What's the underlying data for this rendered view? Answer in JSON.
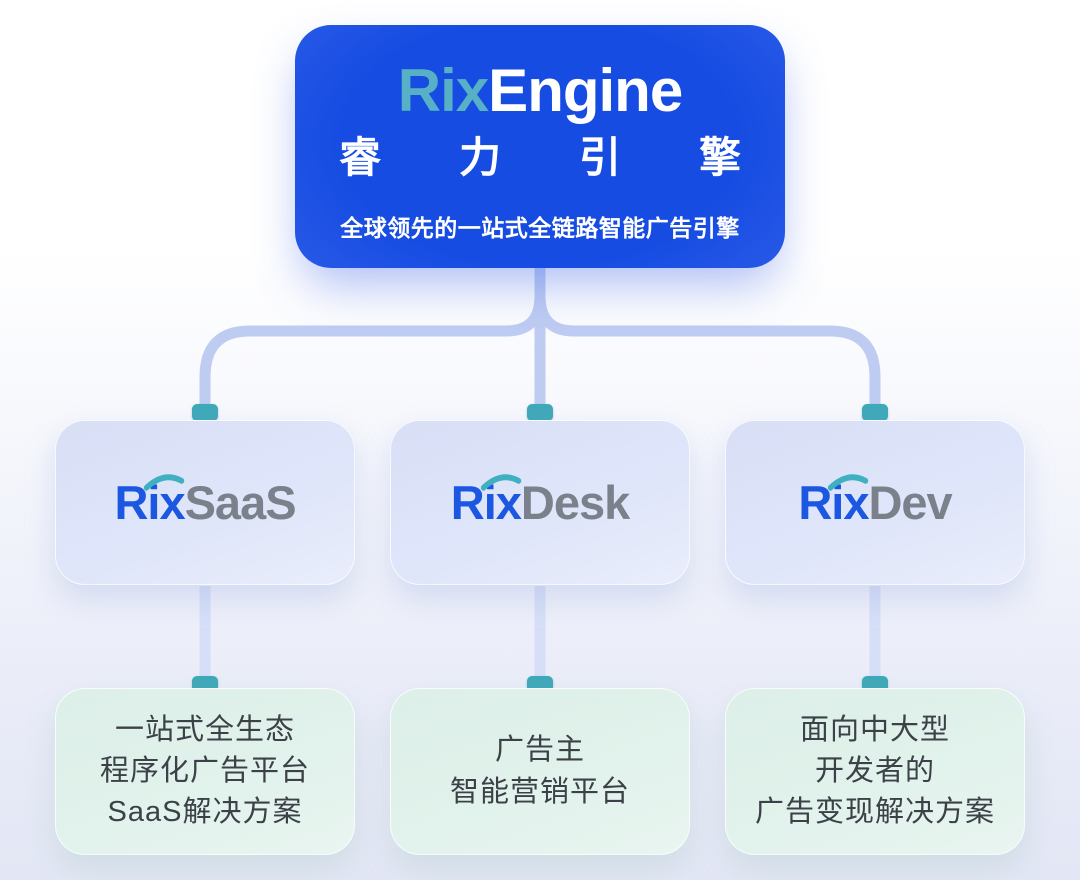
{
  "root": {
    "logo_prefix": "Rix",
    "logo_suffix": "Engine",
    "chinese_chars": [
      "睿",
      "力",
      "引",
      "擎"
    ],
    "tagline": "全球领先的一站式全链路智能广告引擎"
  },
  "products": [
    {
      "logo_prefix": "Rix",
      "logo_suffix": "SaaS",
      "description_lines": [
        "一站式全生态",
        "程序化广告平台",
        "SaaS解决方案"
      ]
    },
    {
      "logo_prefix": "Rix",
      "logo_suffix": "Desk",
      "description_lines": [
        "广告主",
        "智能营销平台"
      ]
    },
    {
      "logo_prefix": "Rix",
      "logo_suffix": "Dev",
      "description_lines": [
        "面向中大型",
        "开发者的",
        "广告变现解决方案"
      ]
    }
  ],
  "colors": {
    "root_box_blue": "#164ce2",
    "root_logo_teal": "#57b0c6",
    "logo_blue": "#1c57e2",
    "logo_gray": "#7b818b",
    "logo_arc_teal": "#3fb0c0",
    "product_box_lavender": "#dde3f8",
    "description_box_mint": "#dff0ea",
    "description_text_gray": "#3c4147",
    "connector_line_blue": "#bfccf2",
    "connector_cap_teal": "#3fa9b9"
  }
}
